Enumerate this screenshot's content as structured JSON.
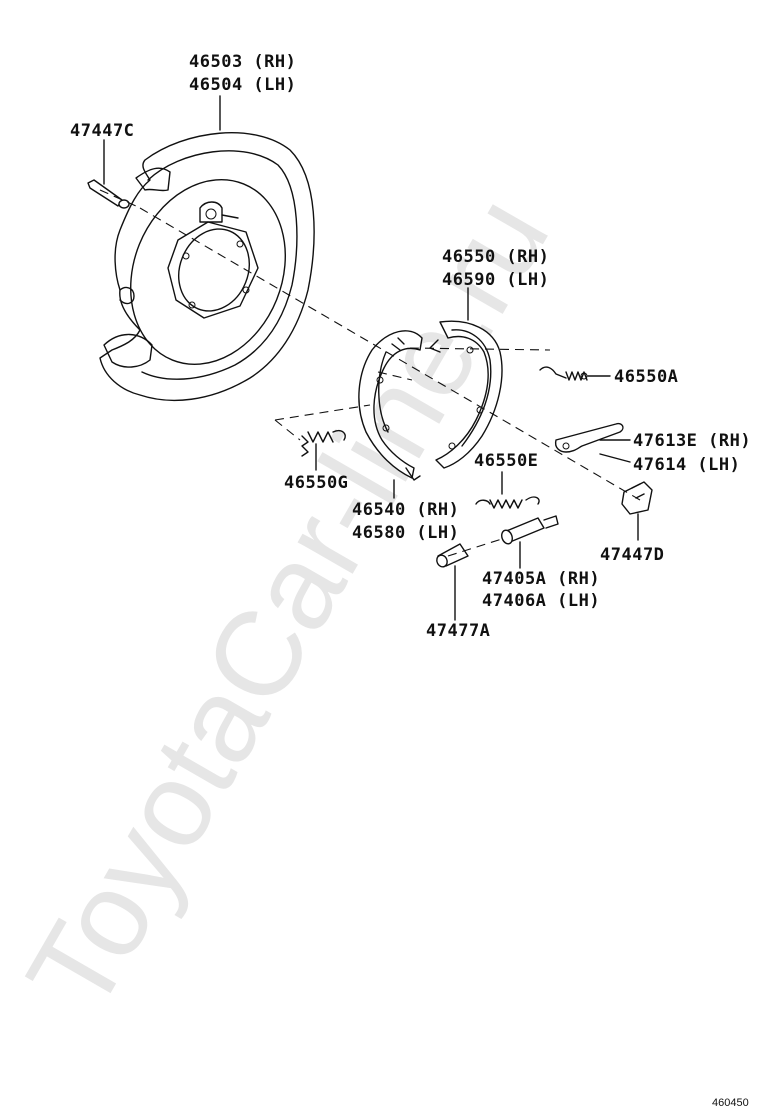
{
  "watermark": "ToyotaCar-line.ru",
  "figure_id": "460450",
  "labels": {
    "backing_plate_rh": "46503 (RH)",
    "backing_plate_lh": "46504 (LH)",
    "bolt": "47447C",
    "shoe_rh": "46550 (RH)",
    "shoe_lh": "46590 (LH)",
    "spring_a": "46550A",
    "lever_rh": "47613E (RH)",
    "lever_lh": "47614  (LH)",
    "spring_g": "46550G",
    "spring_e": "46550E",
    "shoe2_rh": "46540 (RH)",
    "shoe2_lh": "46580 (LH)",
    "boot": "47447D",
    "adjuster_rh": "47405A (RH)",
    "adjuster_lh": "47406A (LH)",
    "cap": "47477A"
  }
}
